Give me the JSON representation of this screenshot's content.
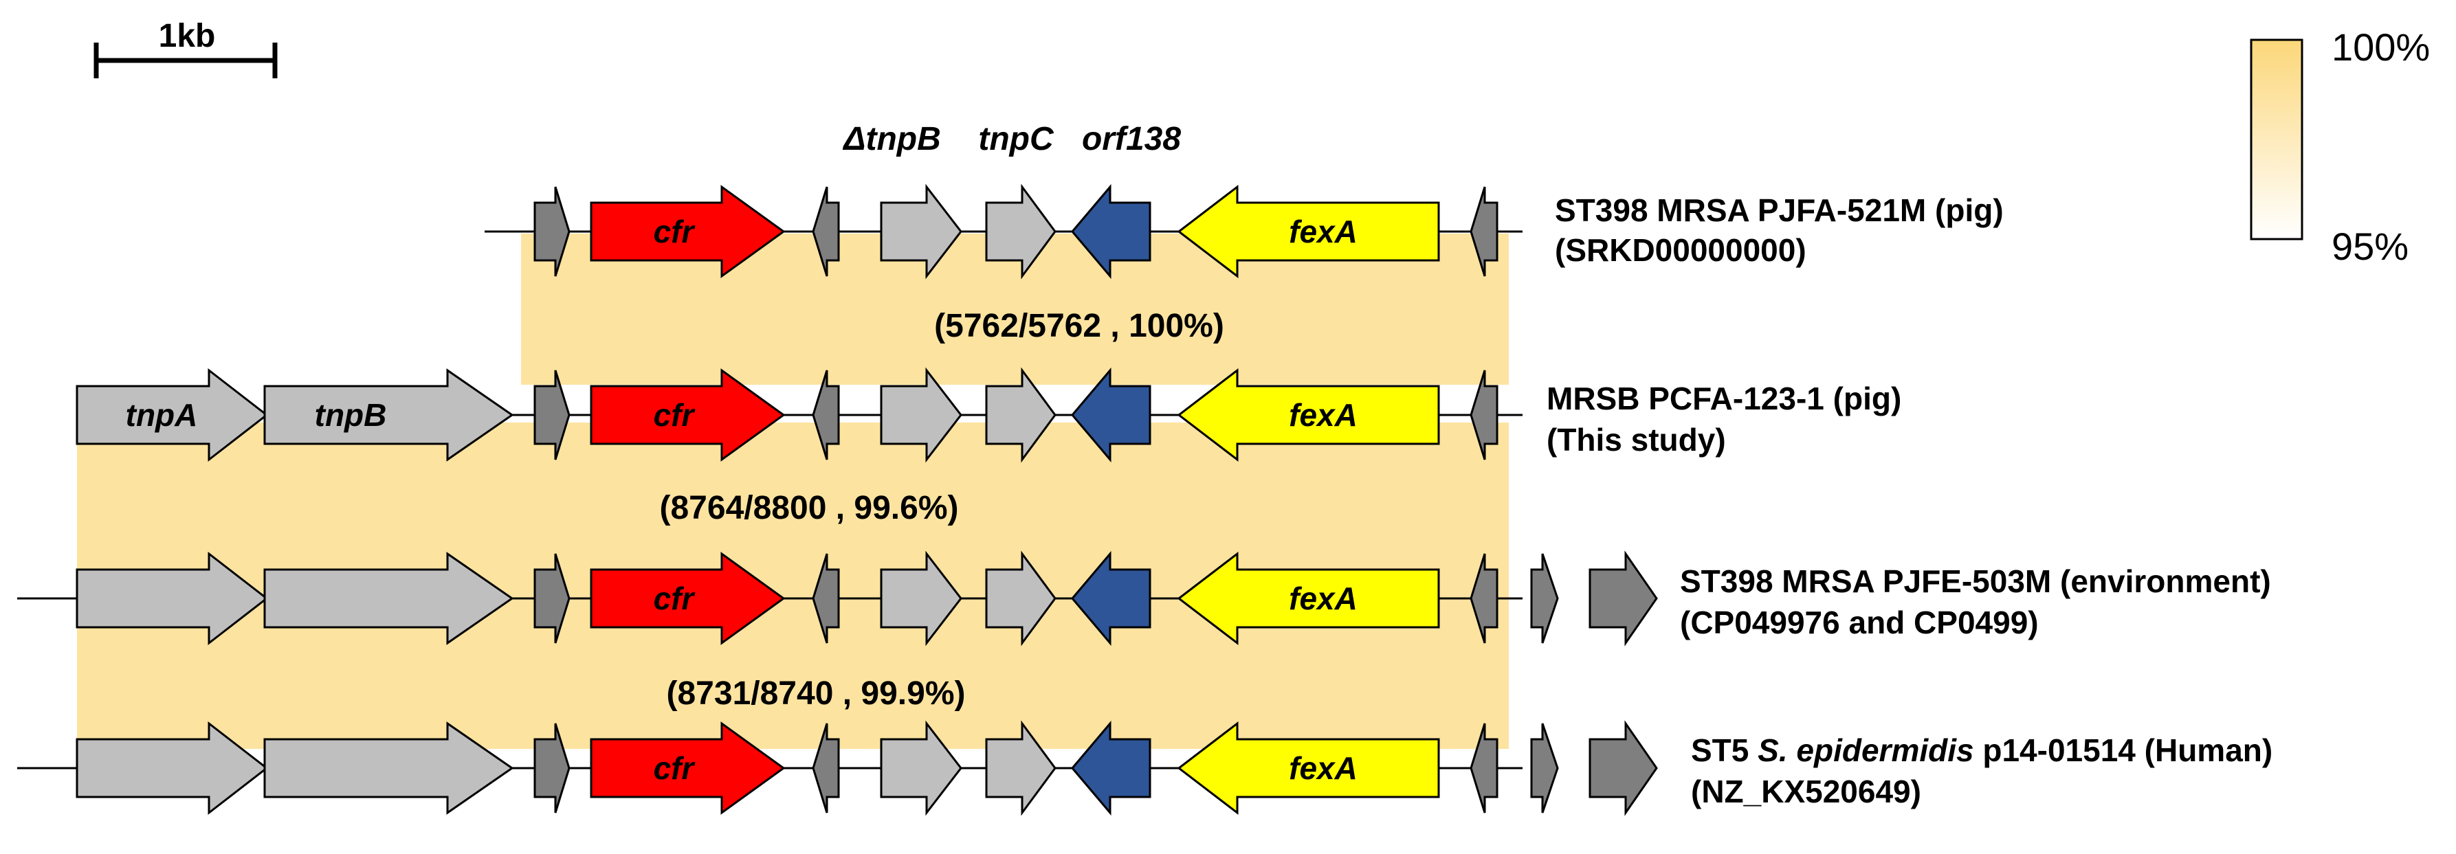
{
  "scale_bar": {
    "label": "1kb"
  },
  "legend": {
    "max_label": "100%",
    "min_label": "95%",
    "color_max": "#FCD77A",
    "color_min": "#FFFFFF"
  },
  "colors": {
    "homology_fill": "#FCE3A0",
    "cfr": "#FF0000",
    "fexA": "#FFFF00",
    "orf138": "#2E5597",
    "light_gray": "#BFBFBF",
    "dark_gray": "#7F7F7F"
  },
  "gene_labels": {
    "tnpA": "tnpA",
    "tnpB": "tnpB",
    "cfr": "cfr",
    "fexA": "fexA",
    "delta_tnpB": "ΔtnpB",
    "tnpC": "tnpC",
    "orf138": "orf138"
  },
  "tracks": [
    {
      "name_line1": "ST398 MRSA PJFA-521M (pig)",
      "name_line2": "(SRKD00000000)"
    },
    {
      "name_line1": "MRSB PCFA-123-1 (pig)",
      "name_line2": "(This study)"
    },
    {
      "name_line1": "ST398 MRSA PJFE-503M (environment)",
      "name_line2": "(CP049976 and CP0499)"
    },
    {
      "name_prefix": "ST5 ",
      "name_species": "S. epidermidis",
      "name_suffix": " p14-01514 (Human)",
      "name_line2": "(NZ_KX520649)"
    }
  ],
  "comparisons": [
    {
      "label": "(5762/5762 , 100%)",
      "identity_percent": 100
    },
    {
      "label": "(8764/8800 , 99.6%)",
      "identity_percent": 99.6
    },
    {
      "label": "(8731/8740 , 99.9%)",
      "identity_percent": 99.9
    }
  ]
}
